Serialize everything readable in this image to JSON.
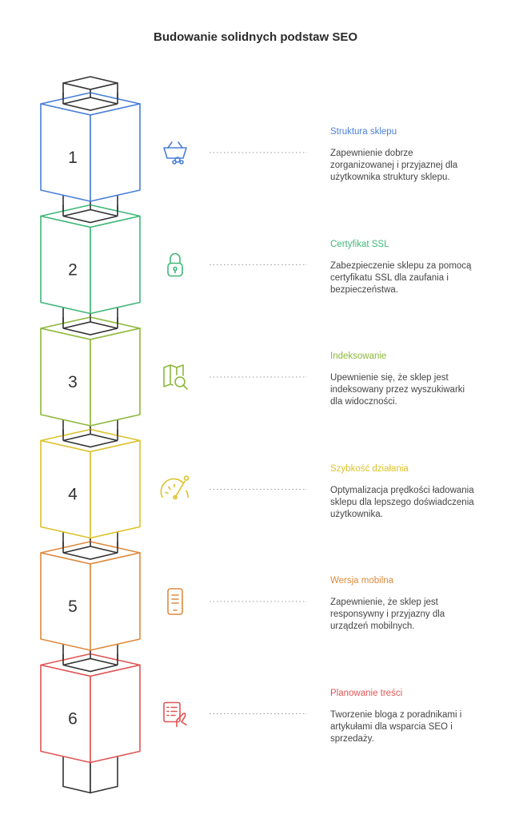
{
  "title": "Budowanie solidnych podstaw SEO",
  "steps": [
    {
      "number": "1",
      "title": "Struktura sklepu",
      "description": "Zapewnienie dobrze zorganizowanej i przyjaznej dla użytkownika struktury sklepu.",
      "color": "#4a7fd8",
      "icon": "shopping-basket-icon"
    },
    {
      "number": "2",
      "title": "Certyfikat SSL",
      "description": "Zabezpieczenie sklepu za pomocą certyfikatu SSL dla zaufania i bezpieczeństwa.",
      "color": "#3fb878",
      "icon": "padlock-icon"
    },
    {
      "number": "3",
      "title": "Indeksowanie",
      "description": "Upewnienie się, że sklep jest indeksowany przez wyszukiwarki dla widoczności.",
      "color": "#8cb83a",
      "icon": "map-search-icon"
    },
    {
      "number": "4",
      "title": "Szybkość działania",
      "description": "Optymalizacja prędkości ładowania sklepu dla lepszego doświadczenia użytkownika.",
      "color": "#dcc22a",
      "icon": "speedometer-icon"
    },
    {
      "number": "5",
      "title": "Wersja mobilna",
      "description": "Zapewnienie, że sklep jest responsywny i przyjazny dla urządzeń mobilnych.",
      "color": "#de8a3e",
      "icon": "smartphone-icon"
    },
    {
      "number": "6",
      "title": "Planowanie treści",
      "description": "Tworzenie bloga z poradnikami i artykułami dla wsparcia SEO i sprzedaży.",
      "color": "#e05555",
      "icon": "content-plan-icon"
    }
  ]
}
